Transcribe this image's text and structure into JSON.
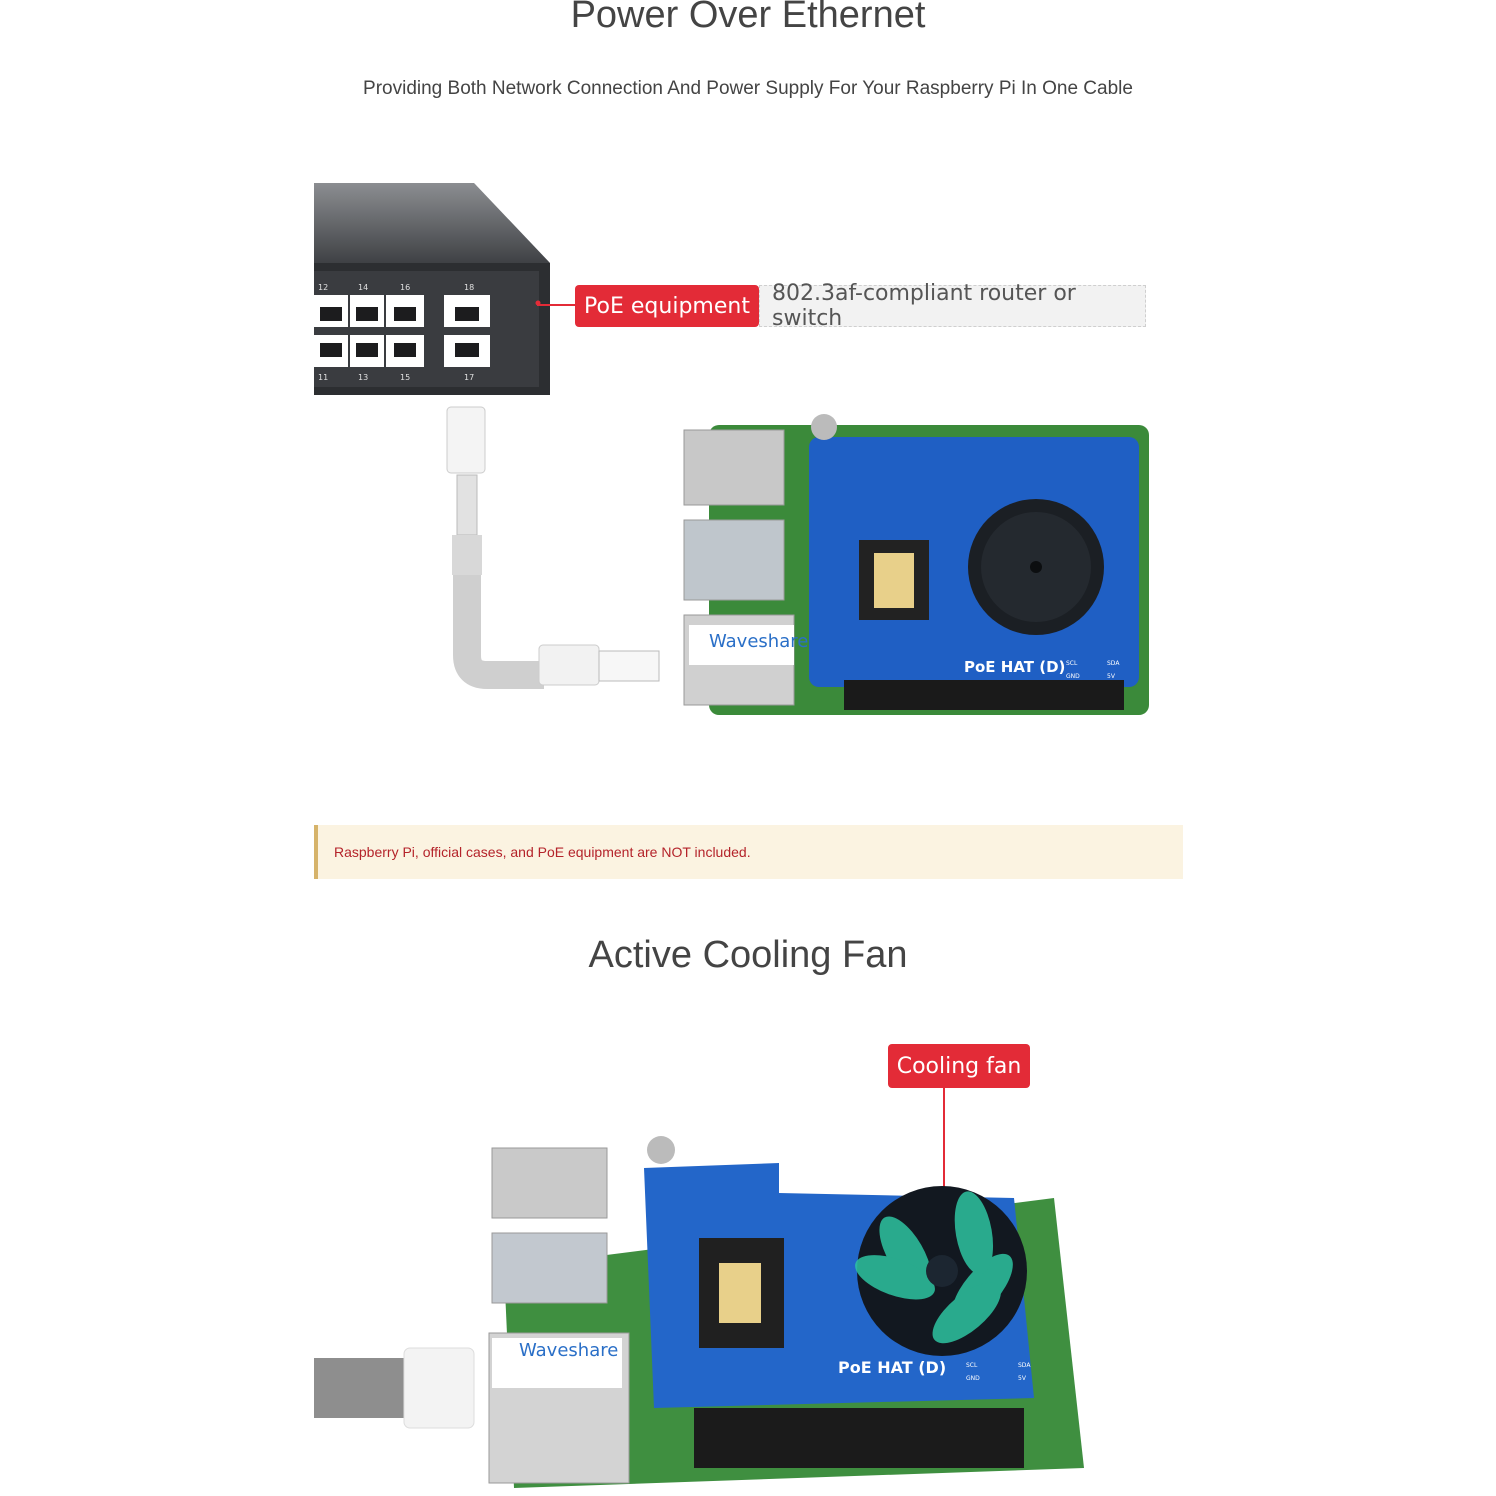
{
  "section1": {
    "title": "Power Over Ethernet",
    "subtitle": "Providing Both Network Connection And Power Supply For Your Raspberry Pi In One Cable",
    "label_tag": "PoE equipment",
    "label_desc": "802.3af-compliant router or switch",
    "switch_ports_top": [
      "12",
      "14",
      "16",
      "18"
    ],
    "switch_ports_bottom": [
      "11",
      "13",
      "15",
      "17"
    ],
    "board_brand": "Waveshare",
    "board_name": "PoE HAT (D)",
    "board_pins": [
      "SCL",
      "SDA",
      "GND",
      "5V"
    ]
  },
  "notice": {
    "text": "Raspberry Pi, official cases, and PoE equipment are NOT included."
  },
  "section2": {
    "title": "Active Cooling Fan",
    "label_tag": "Cooling fan",
    "board_brand": "Waveshare",
    "board_name": "PoE HAT (D)",
    "board_pins": [
      "SCL",
      "SDA",
      "GND",
      "5V"
    ]
  },
  "colors": {
    "accent_red": "#e32b37",
    "pcb_blue": "#1f5fc4",
    "pcb_green": "#3b8a3a",
    "notice_bg": "#fbf3e1",
    "notice_text": "#b4232a"
  }
}
